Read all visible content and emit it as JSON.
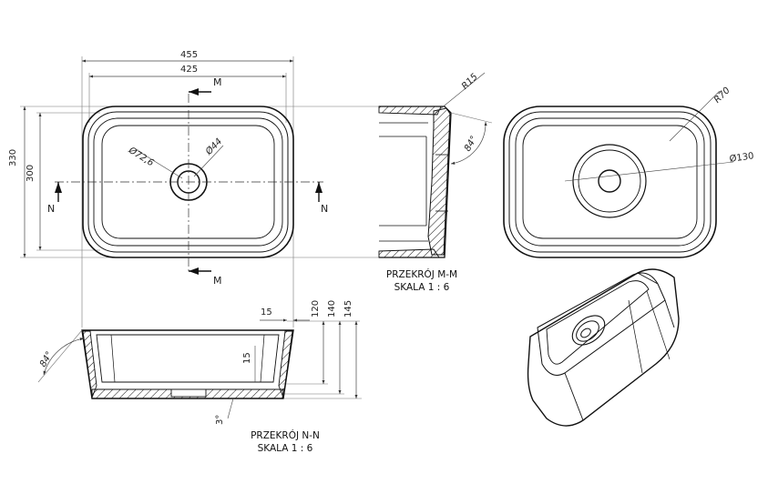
{
  "top_view": {
    "dim_outer_width": "455",
    "dim_inner_width": "425",
    "dim_outer_depth": "330",
    "dim_inner_depth": "300",
    "dim_drain_outer": "Ø72,6",
    "dim_drain_inner": "Ø44",
    "section_m_top": "M",
    "section_m_bottom": "M",
    "section_n_left": "N",
    "section_n_right": "N"
  },
  "section_m": {
    "dim_radius": "R15",
    "dim_angle": "84°",
    "caption_line1": "PRZEKRÓJ M-M",
    "caption_line2": "SKALA 1 : 6"
  },
  "section_n": {
    "dim_wall": "15",
    "dim_h1": "120",
    "dim_h2": "140",
    "dim_h3": "145",
    "dim_bottom": "15",
    "dim_angle": "84°",
    "dim_slope": "3°",
    "caption_line1": "PRZEKRÓJ N-N",
    "caption_line2": "SKALA 1 : 6"
  },
  "right_view": {
    "dim_radius": "R70",
    "dim_drain": "Ø130"
  }
}
